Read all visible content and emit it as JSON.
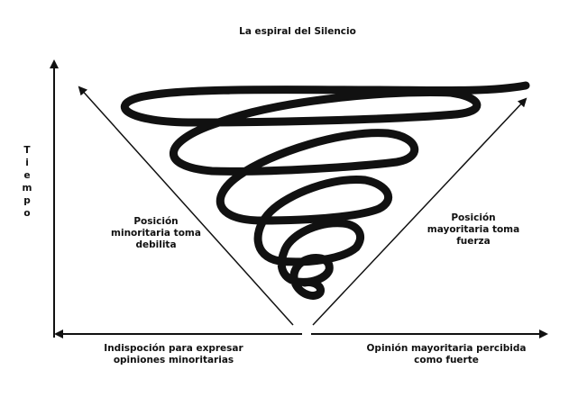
{
  "diagram": {
    "title": "La espiral del Silencio",
    "y_axis_label": "Tiempo",
    "left_note": "Posición minoritaria toma debilita",
    "right_note": "Posición mayoritaria toma fuerza",
    "bottom_left_label": "Indispoción para expresar opiniones minoritarias",
    "bottom_right_label": "Opinión mayoritaria percibida como fuerte"
  },
  "colors": {
    "ink": "#111111",
    "background": "#ffffff"
  }
}
